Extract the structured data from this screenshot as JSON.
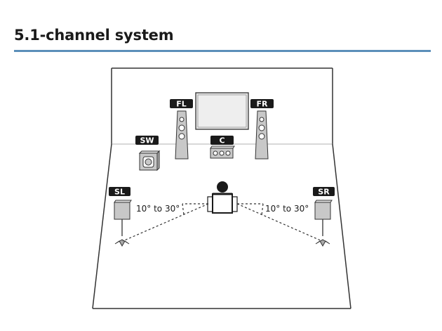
{
  "page": {
    "title": "5.1-channel system"
  },
  "speakers": {
    "front_left": "FL",
    "front_right": "FR",
    "center": "C",
    "subwoofer": "SW",
    "surround_left": "SL",
    "surround_right": "SR"
  },
  "angles": {
    "left": "10° to 30°",
    "right": "10° to 30°"
  },
  "colors": {
    "accent_rule": "#5b8fb9",
    "label_bg": "#1a1a1a",
    "speaker_fill": "#c8c8c8",
    "tv_fill": "#e6e6e6"
  }
}
